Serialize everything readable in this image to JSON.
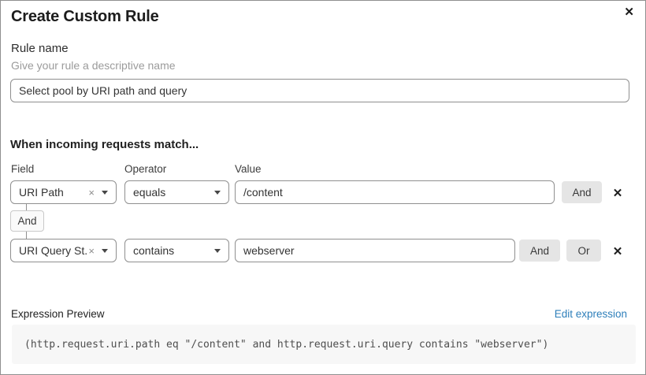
{
  "dialog": {
    "title": "Create Custom Rule"
  },
  "icons": {
    "close": "✕",
    "remove": "✕",
    "clear": "×"
  },
  "rule_name": {
    "label": "Rule name",
    "helper": "Give your rule a descriptive name",
    "value": "Select pool by URI path and query"
  },
  "matcher": {
    "heading": "When incoming requests match...",
    "columns": {
      "field": "Field",
      "operator": "Operator",
      "value": "Value"
    },
    "rows": [
      {
        "field": "URI Path",
        "operator": "equals",
        "value": "/content",
        "buttons": [
          "And"
        ]
      },
      {
        "field": "URI Query St...",
        "operator": "contains",
        "value": "webserver",
        "buttons": [
          "And",
          "Or"
        ]
      }
    ],
    "connector": "And"
  },
  "expression": {
    "label": "Expression Preview",
    "edit_link": "Edit expression",
    "preview": "(http.request.uri.path eq \"/content\" and http.request.uri.query contains \"webserver\")"
  },
  "colors": {
    "link_blue": "#2e7fba",
    "button_gray": "#e5e5e5",
    "border_gray": "#8f8f8f",
    "code_bg": "#f7f7f7"
  }
}
